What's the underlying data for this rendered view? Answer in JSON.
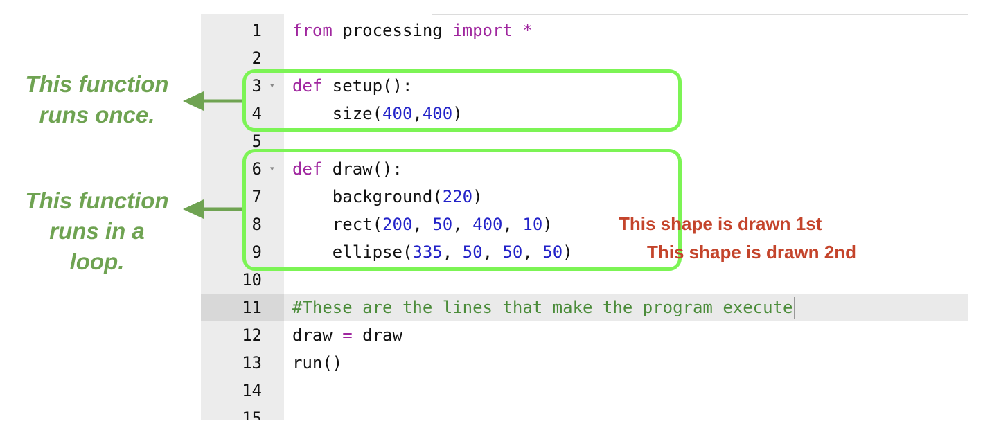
{
  "editor": {
    "active_line": 11,
    "lines": [
      {
        "n": "1",
        "fold": false,
        "tokens": [
          {
            "t": "from",
            "c": "kw"
          },
          {
            "t": " processing ",
            "c": ""
          },
          {
            "t": "import",
            "c": "kw"
          },
          {
            "t": " ",
            "c": ""
          },
          {
            "t": "*",
            "c": "kw"
          }
        ]
      },
      {
        "n": "2",
        "fold": false,
        "tokens": []
      },
      {
        "n": "3",
        "fold": true,
        "tokens": [
          {
            "t": "def",
            "c": "kw"
          },
          {
            "t": " setup():",
            "c": ""
          }
        ]
      },
      {
        "n": "4",
        "fold": false,
        "indent": true,
        "tokens": [
          {
            "t": "    size(",
            "c": ""
          },
          {
            "t": "400",
            "c": "num"
          },
          {
            "t": ",",
            "c": ""
          },
          {
            "t": "400",
            "c": "num"
          },
          {
            "t": ")",
            "c": ""
          }
        ]
      },
      {
        "n": "5",
        "fold": false,
        "tokens": []
      },
      {
        "n": "6",
        "fold": true,
        "tokens": [
          {
            "t": "def",
            "c": "kw"
          },
          {
            "t": " draw():",
            "c": ""
          }
        ]
      },
      {
        "n": "7",
        "fold": false,
        "indent": true,
        "tokens": [
          {
            "t": "    background(",
            "c": ""
          },
          {
            "t": "220",
            "c": "num"
          },
          {
            "t": ")",
            "c": ""
          }
        ]
      },
      {
        "n": "8",
        "fold": false,
        "indent": true,
        "tokens": [
          {
            "t": "    rect(",
            "c": ""
          },
          {
            "t": "200",
            "c": "num"
          },
          {
            "t": ", ",
            "c": ""
          },
          {
            "t": "50",
            "c": "num"
          },
          {
            "t": ", ",
            "c": ""
          },
          {
            "t": "400",
            "c": "num"
          },
          {
            "t": ", ",
            "c": ""
          },
          {
            "t": "10",
            "c": "num"
          },
          {
            "t": ")",
            "c": ""
          }
        ]
      },
      {
        "n": "9",
        "fold": false,
        "indent": true,
        "tokens": [
          {
            "t": "    ellipse(",
            "c": ""
          },
          {
            "t": "335",
            "c": "num"
          },
          {
            "t": ", ",
            "c": ""
          },
          {
            "t": "50",
            "c": "num"
          },
          {
            "t": ", ",
            "c": ""
          },
          {
            "t": "50",
            "c": "num"
          },
          {
            "t": ", ",
            "c": ""
          },
          {
            "t": "50",
            "c": "num"
          },
          {
            "t": ")",
            "c": ""
          }
        ]
      },
      {
        "n": "10",
        "fold": false,
        "tokens": []
      },
      {
        "n": "11",
        "fold": false,
        "cursor": true,
        "tokens": [
          {
            "t": "#These are the lines that make the program execute",
            "c": "cm"
          }
        ]
      },
      {
        "n": "12",
        "fold": false,
        "tokens": [
          {
            "t": "draw ",
            "c": ""
          },
          {
            "t": "=",
            "c": "kw"
          },
          {
            "t": " draw",
            "c": ""
          }
        ]
      },
      {
        "n": "13",
        "fold": false,
        "tokens": [
          {
            "t": "run()",
            "c": ""
          }
        ]
      },
      {
        "n": "14",
        "fold": false,
        "tokens": []
      },
      {
        "n": "15",
        "fold": false,
        "tokens": []
      }
    ]
  },
  "annotations": {
    "setup_note": [
      "This function",
      "runs once."
    ],
    "draw_note": [
      "This function",
      "runs in a",
      "loop."
    ],
    "rect_note": "This shape is drawn 1st",
    "ellipse_note": "This shape is drawn 2nd"
  },
  "colors": {
    "highlight_box": "#7cf455",
    "note_green": "#6fa352",
    "note_red": "#c4442b",
    "keyword": "#a0279f",
    "number": "#2222c8",
    "comment": "#4b8c3a"
  },
  "icons": {
    "fold_marker": "▾",
    "arrow": "arrow-left-icon"
  }
}
